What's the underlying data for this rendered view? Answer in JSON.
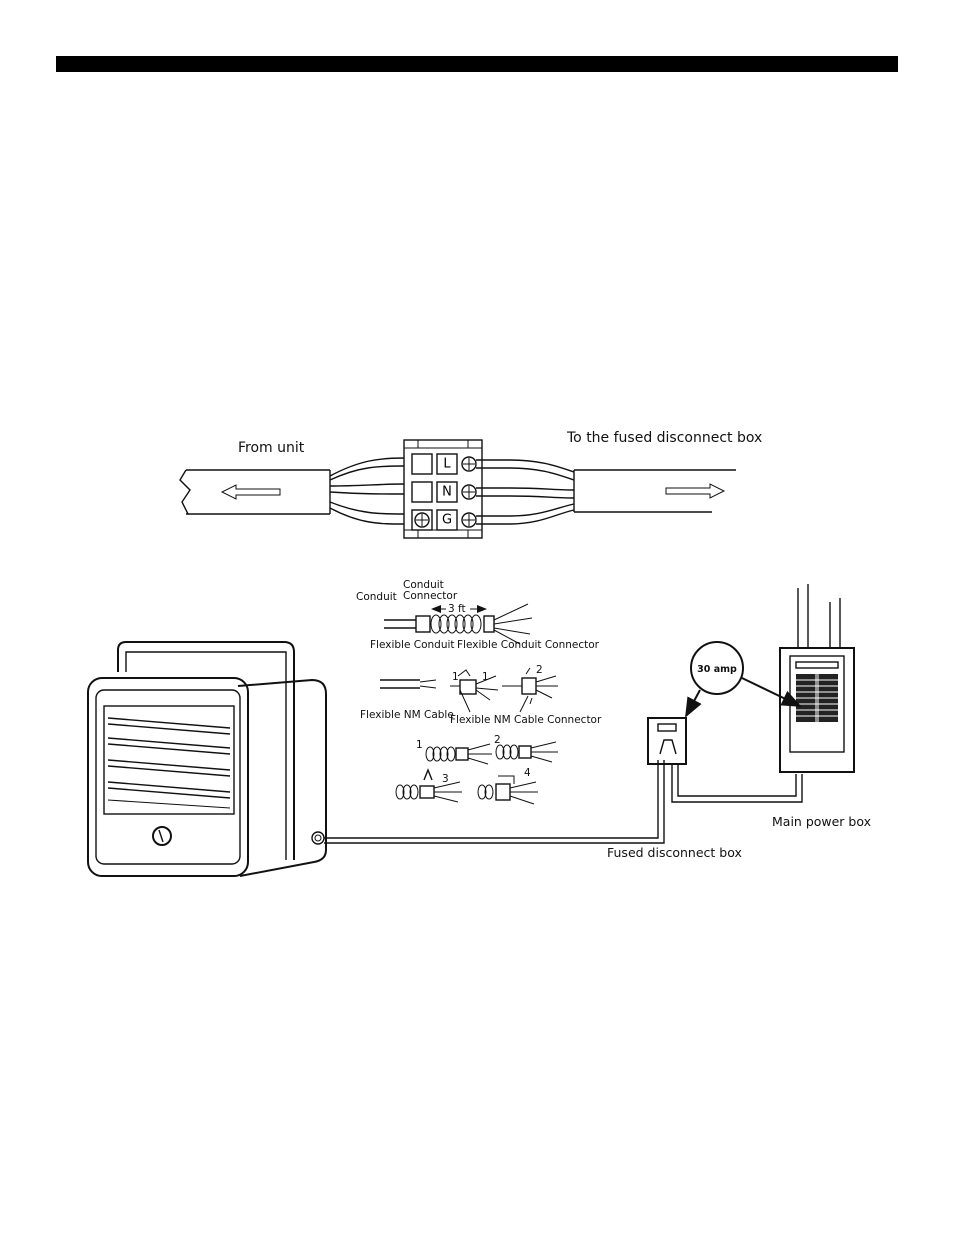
{
  "terminal_block": {
    "from_label": "From unit",
    "to_label": "To the fused disconnect box",
    "terminals": [
      "L",
      "N",
      "G"
    ]
  },
  "connector_steps": {
    "conduit": "Conduit",
    "conduit_connector_1": "Conduit",
    "conduit_connector_2": "Connector",
    "length": "3 ft",
    "flexible_conduit": "Flexible Conduit",
    "flexible_conduit_connector": "Flexible Conduit Connector",
    "flexible_nm_cable": "Flexible NM Cable",
    "flexible_nm_cable_connector": "Flexible NM Cable Connector",
    "step_numbers": [
      "1",
      "2",
      "1",
      "2",
      "3",
      "4"
    ]
  },
  "wiring": {
    "amp_rating": "30 amp",
    "main_power_box": "Main power box",
    "fused_disconnect_box": "Fused disconnect box"
  },
  "colors": {
    "ink": "#111111",
    "header_bar": "#000000",
    "background": "#ffffff"
  }
}
